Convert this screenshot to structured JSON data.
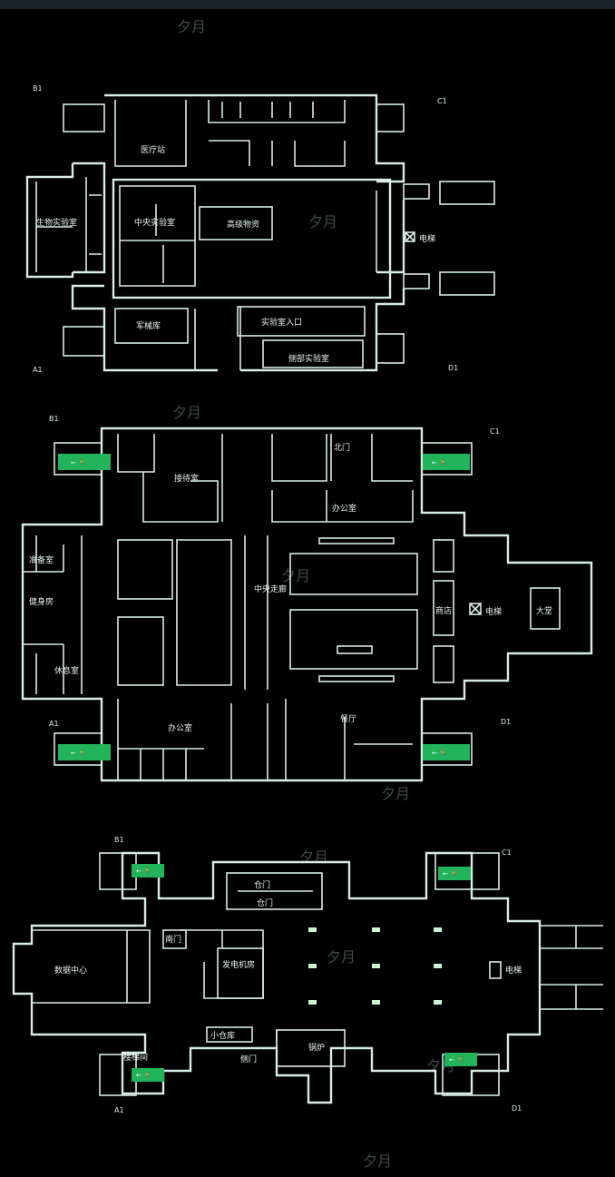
{
  "theme": {
    "background": "#000000",
    "wall": "#d8ece4",
    "exit_sign": "#22b45a",
    "top_bar": "#1e232b"
  },
  "floors": [
    {
      "corners": {
        "b": "B1",
        "c": "C1",
        "a": "A1",
        "d": "D1"
      },
      "rooms": {
        "medical": "医疗站",
        "bio_lab": "生物实验室",
        "central_lab": "中央实验室",
        "advanced_lab": "高级物资",
        "weapons": "军械库",
        "lab_entrance": "实验室入口",
        "side_lab": "侧部实验室",
        "elevator": "电梯"
      }
    },
    {
      "corners": {
        "b": "B1",
        "c": "C1",
        "a": "A1",
        "d": "D1"
      },
      "rooms": {
        "reception": "接待室",
        "north_gate": "北门",
        "office_top": "办公室",
        "prep": "准备室",
        "gym": "健身房",
        "rest": "休息室",
        "central_corridor": "中央走廊",
        "shop": "商店",
        "elevator": "电梯",
        "lobby": "大堂",
        "office_bottom": "办公室",
        "canteen": "餐厅"
      }
    },
    {
      "corners": {
        "b": "B1",
        "c": "C1",
        "a": "A1",
        "d": "D1"
      },
      "rooms": {
        "warehouse_a": "仓门",
        "warehouse_b": "仓门",
        "data_center": "数据中心",
        "south_gate": "南门",
        "generator": "发电机房",
        "elevator": "电梯",
        "storage_small": "小仓库",
        "boiler": "锅炉",
        "side_gate": "侧门",
        "stairs": "楼梯间"
      }
    }
  ],
  "watermark": {
    "text": "夕月"
  },
  "icons": {
    "exit": "emergency-exit-sign-icon",
    "elevator": "elevator-icon"
  }
}
